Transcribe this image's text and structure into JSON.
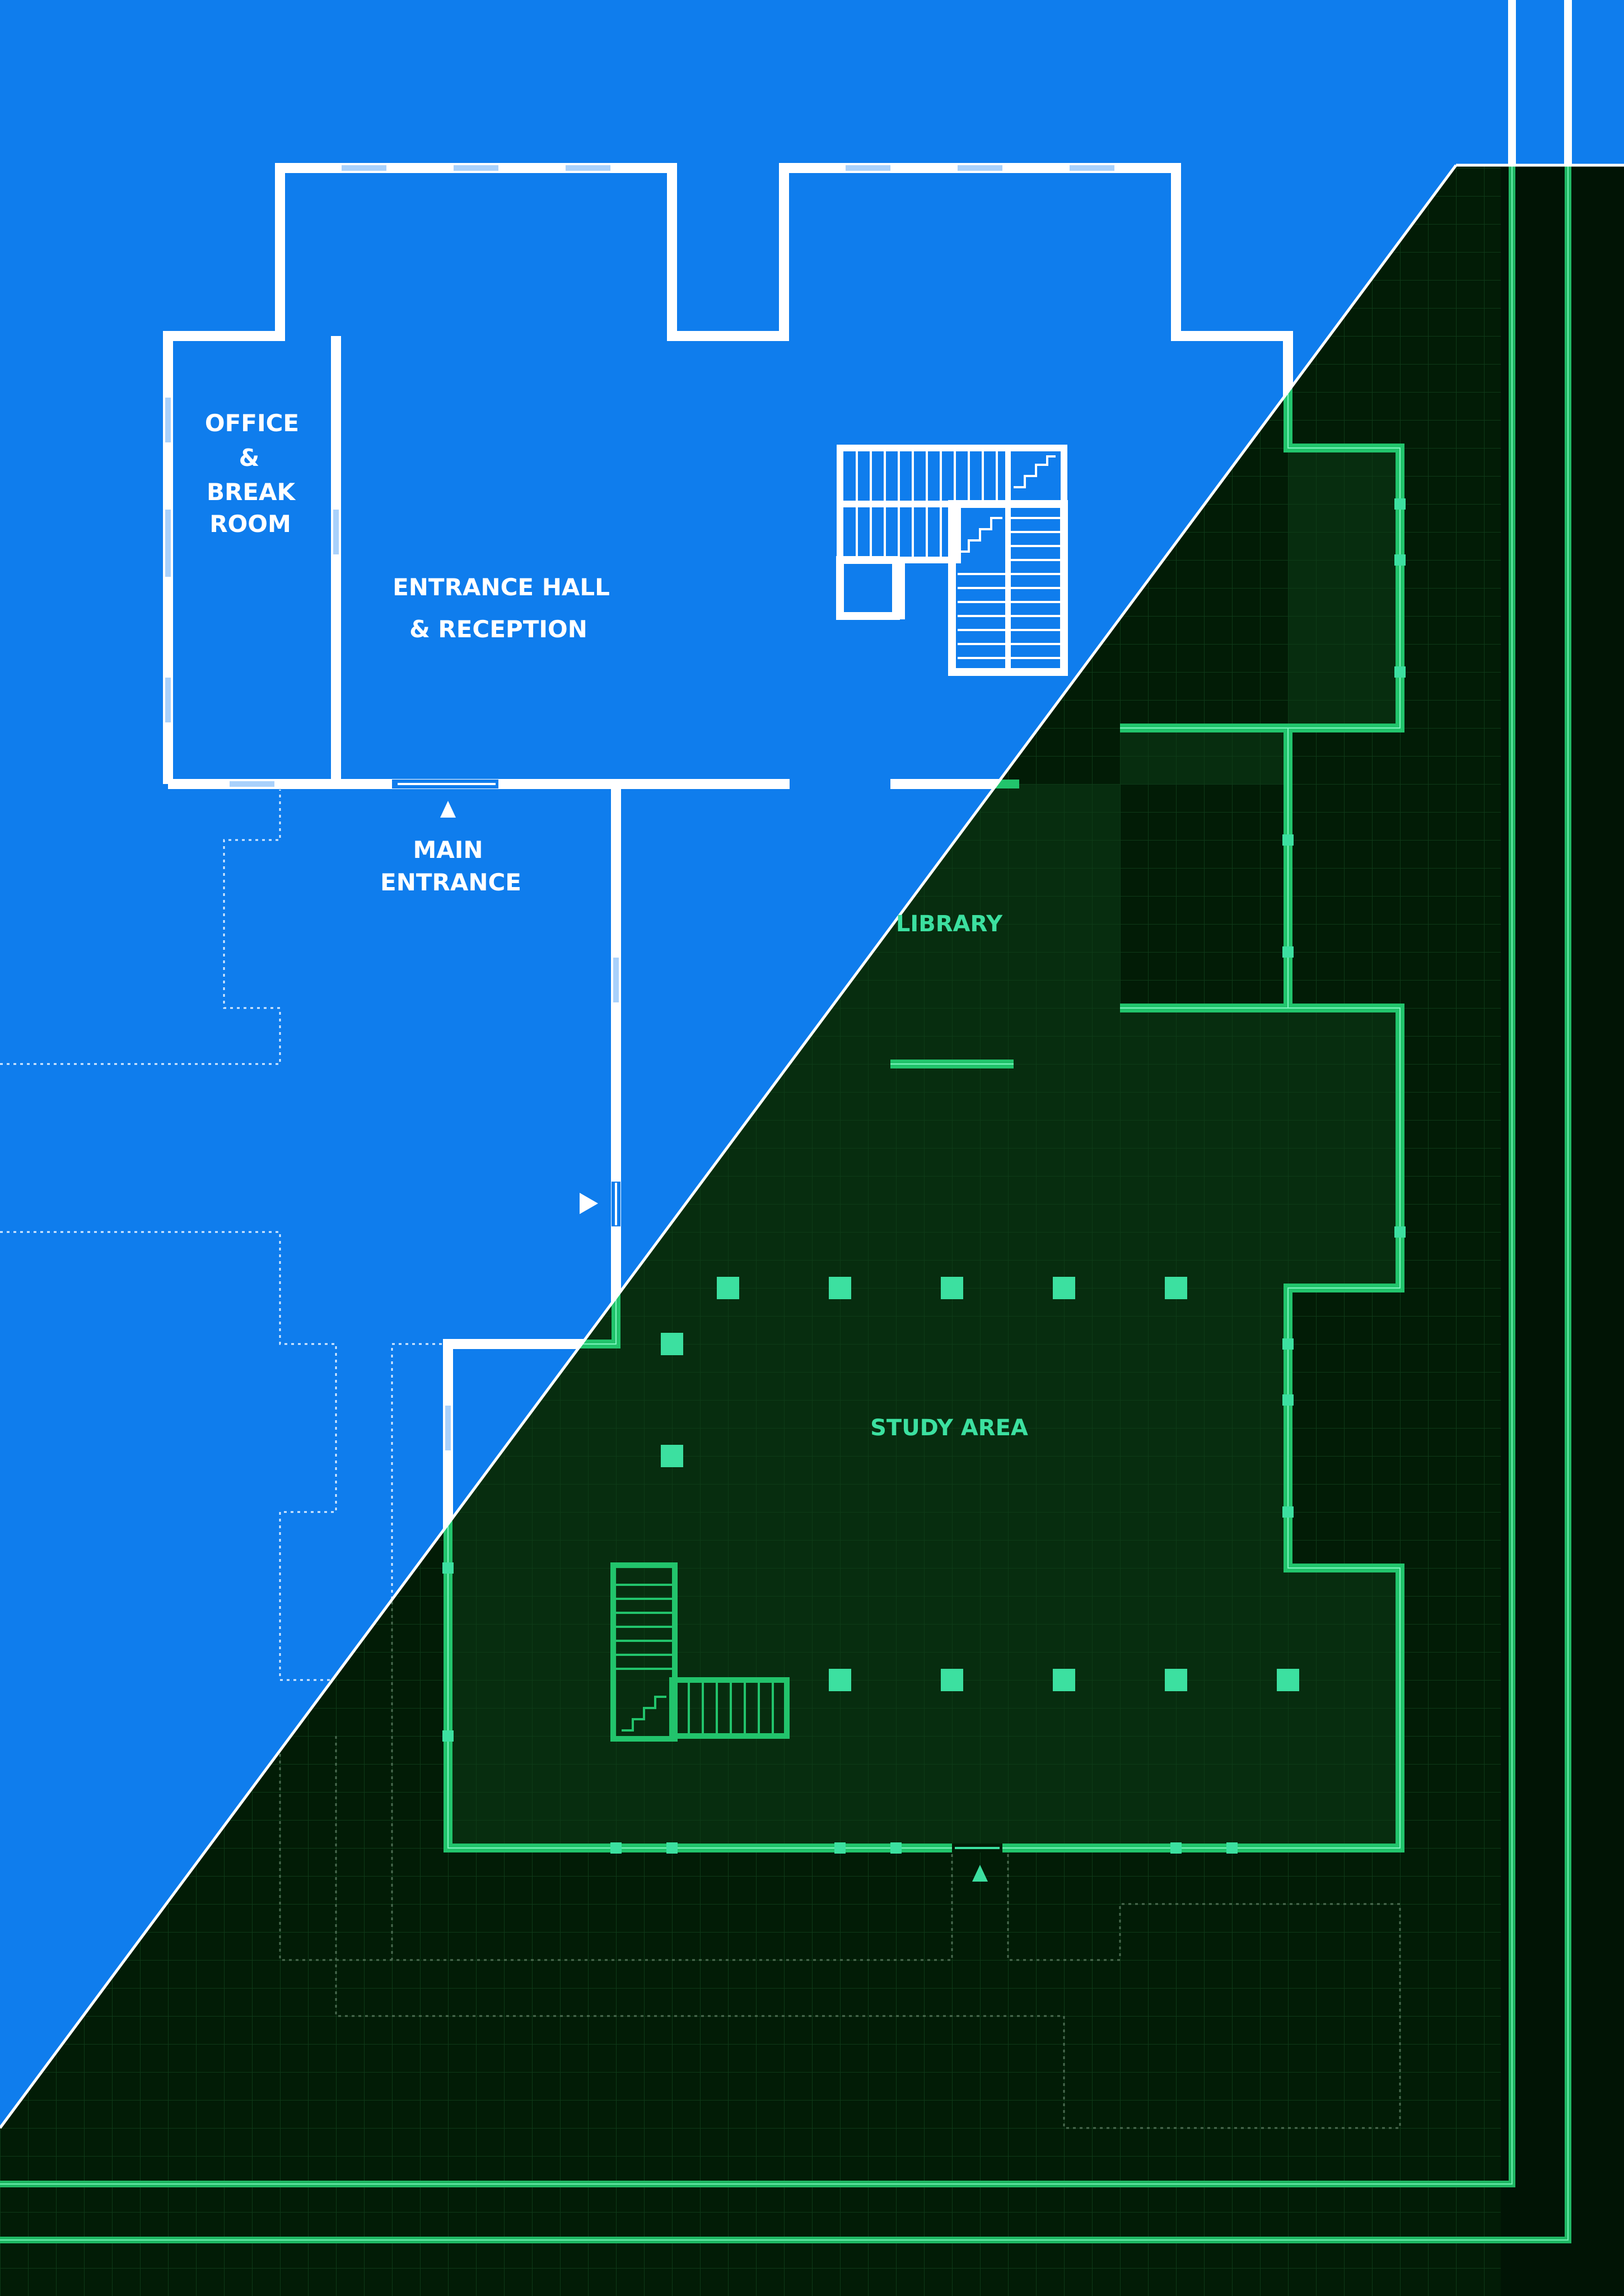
{
  "colors": {
    "blue_bg": "#0f7ded",
    "white_wall": "#ffffff",
    "dark_bg": "#021c06",
    "green_wall": "#26c870",
    "green_column": "#3ce0a0",
    "green_label": "#3ce0a0"
  },
  "labels": {
    "office_line1": "OFFICE",
    "office_line2": "&",
    "office_line3": "BREAK",
    "office_line4": "ROOM",
    "entrance_hall_line1": "ENTRANCE HALL",
    "entrance_hall_line2": "& RECEPTION",
    "main_entrance_line1": "MAIN",
    "main_entrance_line2": "ENTRANCE",
    "library": "LIBRARY",
    "study_area": "STUDY AREA"
  },
  "icons": {
    "entrance_marker": "up-triangle-icon",
    "side_entrance_marker": "right-triangle-icon",
    "south_entrance_marker": "up-triangle-icon"
  }
}
